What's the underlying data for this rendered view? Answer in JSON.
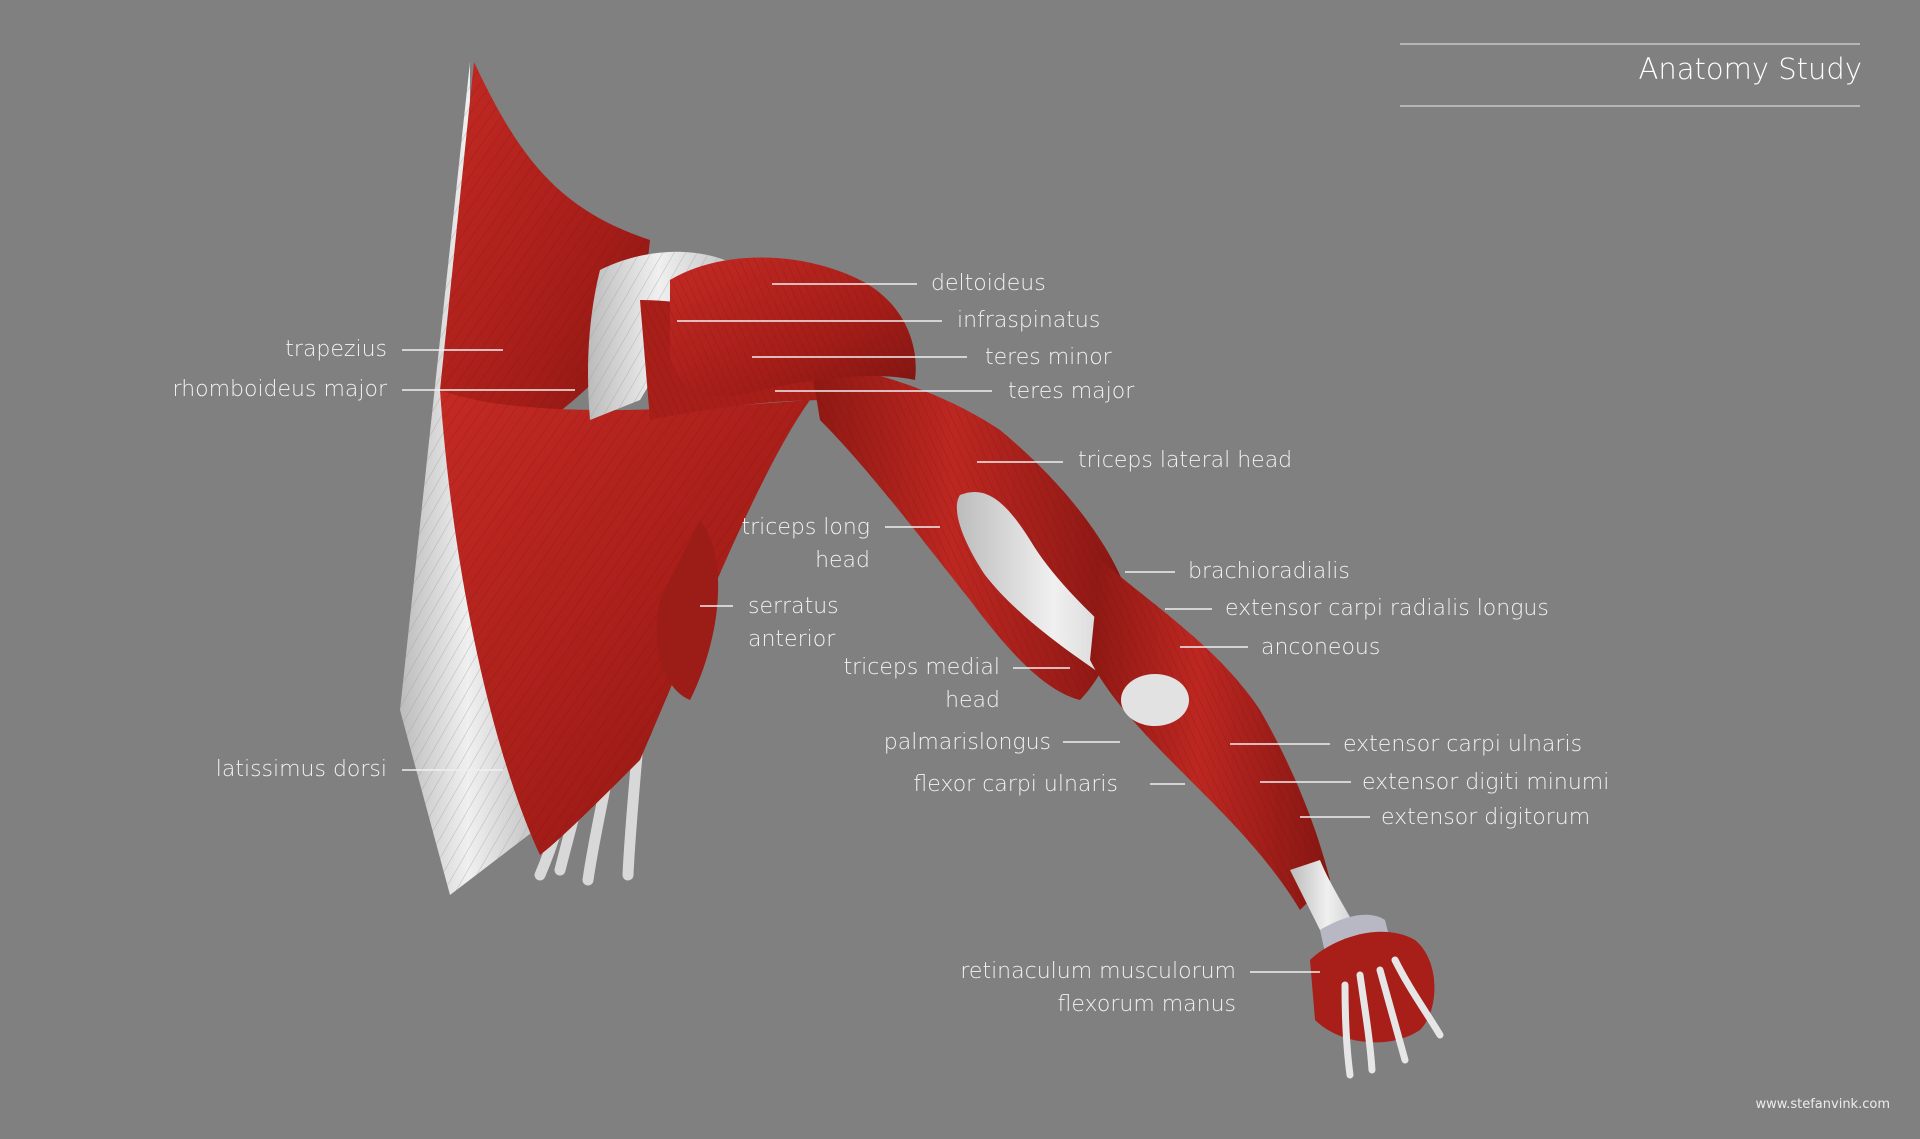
{
  "title": "Anatomy Study",
  "credit": "www.stefanvink.com",
  "colors": {
    "background": "#808080",
    "muscle": "#b0221d",
    "muscle_dark": "#7e1512",
    "tendon": "#dcdcdc",
    "label": "#f2f2f2",
    "leader": "#f0f0f0",
    "retinaculum": "#b8b8c4"
  },
  "labels": {
    "deltoideus": [
      "deltoideus"
    ],
    "infraspinatus": [
      "infraspinatus"
    ],
    "teres_minor": [
      "teres minor"
    ],
    "teres_major": [
      "teres major"
    ],
    "trapezius": [
      "trapezius"
    ],
    "rhomboideus_major": [
      "rhomboideus major"
    ],
    "triceps_lateral_head": [
      "triceps lateral head"
    ],
    "triceps_long_head": [
      "triceps long",
      "head"
    ],
    "serratus_anterior": [
      "serratus",
      "anterior"
    ],
    "brachioradialis": [
      "brachioradialis"
    ],
    "extensor_carpi_radialis_longus": [
      "extensor carpi radialis longus"
    ],
    "anconeous": [
      "anconeous"
    ],
    "triceps_medial_head": [
      "triceps medial",
      "head"
    ],
    "palmarislongus": [
      "palmarislongus"
    ],
    "extensor_carpi_ulnaris": [
      "extensor carpi ulnaris"
    ],
    "flexor_carpi_ulnaris": [
      "flexor carpi ulnaris"
    ],
    "extensor_digiti_minumi": [
      "extensor digiti minumi"
    ],
    "extensor_digitorum": [
      "extensor digitorum"
    ],
    "latissimus_dorsi": [
      "latissimus dorsi"
    ],
    "retinaculum": [
      "retinaculum musculorum",
      "flexorum manus"
    ]
  }
}
